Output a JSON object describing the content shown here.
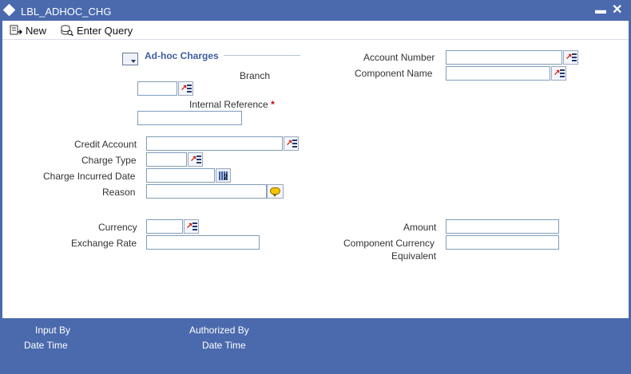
{
  "window": {
    "title": "LBL_ADHOC_CHG",
    "minimize": "▬",
    "close": "✕"
  },
  "toolbar": {
    "new_label": "New",
    "enter_query_label": "Enter Query"
  },
  "section": {
    "title": "Ad-hoc Charges"
  },
  "fields": {
    "branch": {
      "label": "Branch",
      "value": ""
    },
    "internal_reference": {
      "label": "Internal Reference",
      "required": "*",
      "value": ""
    },
    "account_number": {
      "label": "Account Number",
      "value": ""
    },
    "component_name": {
      "label": "Component Name",
      "value": ""
    },
    "credit_account": {
      "label": "Credit Account",
      "value": ""
    },
    "charge_type": {
      "label": "Charge Type",
      "value": ""
    },
    "charge_incurred_date": {
      "label": "Charge Incurred Date",
      "value": ""
    },
    "reason": {
      "label": "Reason",
      "value": ""
    },
    "currency": {
      "label": "Currency",
      "value": ""
    },
    "exchange_rate": {
      "label": "Exchange Rate",
      "value": ""
    },
    "amount": {
      "label": "Amount",
      "value": ""
    },
    "component_currency_equivalent": {
      "label_line1": "Component Currency",
      "label_line2": "Equivalent",
      "value": ""
    }
  },
  "footer": {
    "input_by": "Input By",
    "input_date_time": "Date Time",
    "authorized_by": "Authorized By",
    "authorized_date_time": "Date Time"
  },
  "colors": {
    "chrome": "#4a6aad",
    "section_title": "#3f5f9e",
    "required": "#cc0000"
  }
}
